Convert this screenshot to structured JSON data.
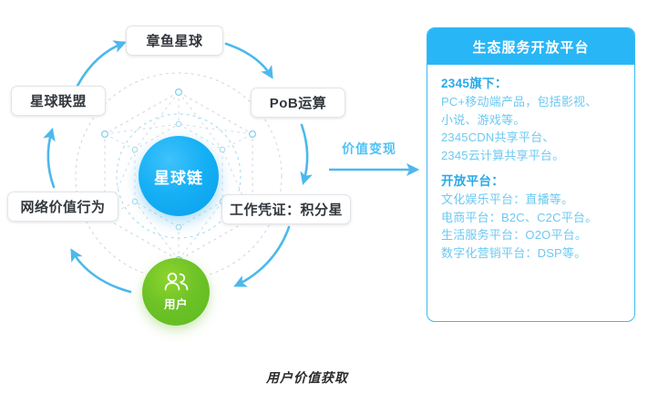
{
  "diagram": {
    "caption": "用户价值获取",
    "core": {
      "label": "星球链"
    },
    "user_node": {
      "label": "用户",
      "icon": "users-icon"
    },
    "cycle_nodes": [
      {
        "id": "zhangyu-xingqiu",
        "label": "章鱼星球"
      },
      {
        "id": "pob-yunsuan",
        "label": "PoB运算"
      },
      {
        "id": "gongzuo-pingzheng",
        "label": "工作凭证：积分星"
      },
      {
        "id": "wangluo-jiazhi-xingwei",
        "label": "网络价值行为"
      },
      {
        "id": "xingqiu-lianmeng",
        "label": "星球联盟"
      }
    ],
    "value_arrow": {
      "label": "价值变现"
    }
  },
  "panel": {
    "title": "生态服务开放平台",
    "blocks": [
      {
        "title": "2345旗下：",
        "lines": [
          "PC+移动端产品，包括影视、",
          "小说、游戏等。",
          "2345CDN共享平台、",
          "2345云计算共享平台。"
        ]
      },
      {
        "title": "开放平台：",
        "lines": [
          "文化娱乐平台：直播等。",
          "电商平台：B2C、C2C平台。",
          "生活服务平台：O2O平台。",
          "数字化营销平台：DSP等。"
        ]
      }
    ]
  },
  "colors": {
    "accent_blue": "#29b6f6",
    "light_blue": "#6ec9f2",
    "core_blue": "#16b0f5",
    "user_green": "#6cc226",
    "arrow_blue": "#4db8ec",
    "box_border": "#e2e4e8",
    "text_dark": "#32373d"
  }
}
